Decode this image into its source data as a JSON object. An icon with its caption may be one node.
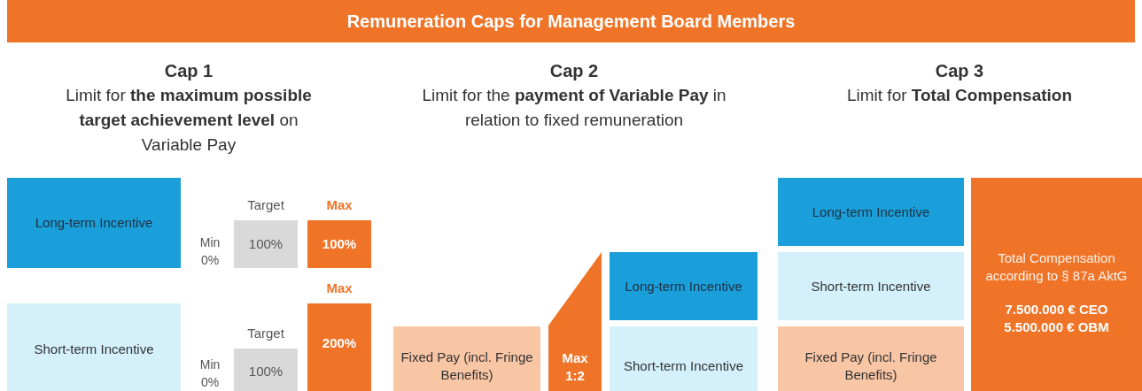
{
  "diagram": {
    "title": "Remuneration Caps for Management Board Members",
    "nodes": [
      {
        "text": [
          "Long-term Incentive"
        ]
      },
      {
        "text": [
          "Target",
          "100%"
        ],
        "beside": [
          "Min 0%"
        ]
      },
      {
        "text": [
          "Max",
          "100%"
        ]
      },
      {
        "text": [
          "Short-term Incentive"
        ]
      },
      {
        "text": [
          "Target",
          "100%"
        ],
        "beside": [
          "Min 0%"
        ]
      },
      {
        "text": [
          "Max",
          "200%"
        ]
      },
      {
        "text": [
          "Fixed Pay (incl. Fringe Benefits)"
        ]
      },
      {
        "text": [
          "Max 1:2"
        ]
      },
      {
        "text": [
          "Long-term Incentive"
        ]
      },
      {
        "text": [
          "Short-term Incentive"
        ]
      },
      {
        "text": [
          "Long-term Incentive"
        ]
      },
      {
        "text": [
          "Short-term Incentive"
        ]
      },
      {
        "text": [
          "Fixed Pay (incl. Fringe Benefits)"
        ]
      },
      {
        "text": [
          "Total Compensation according to § 87a AktG",
          "7.500.000 € CEO 5.500.000 € OBM"
        ]
      }
    ],
    "labels": [
      "Cap 1",
      "Limit for **the maximum possible target achievement level** on Variable Pay",
      "Cap 2",
      "Limit for the **payment of Variable Pay** in relation to fixed remuneration",
      "Cap 3",
      "Limit for **Total Compensation**"
    ]
  }
}
